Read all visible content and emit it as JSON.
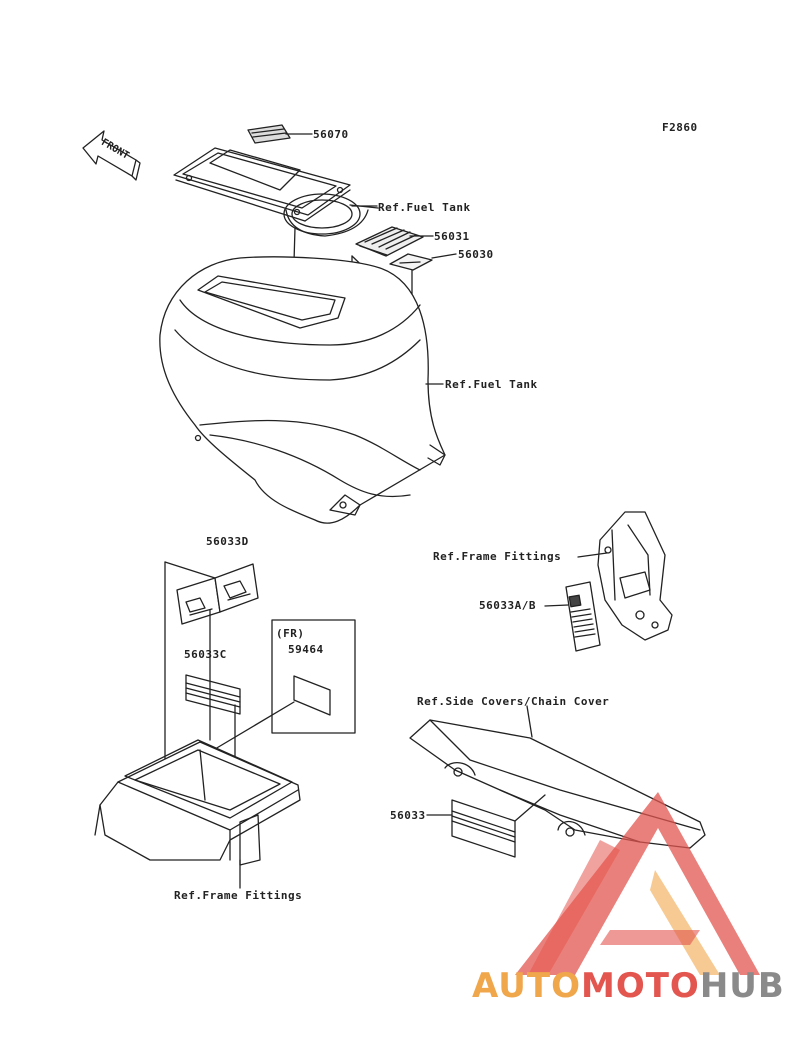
{
  "figure_code": "F2860",
  "front_arrow": "FRONT",
  "labels": {
    "p56070": "56070",
    "ref_fuel_tank_top": "Ref.Fuel Tank",
    "p56031": "56031",
    "p56030": "56030",
    "ref_fuel_tank_mid": "Ref.Fuel Tank",
    "ref_frame_fittings_right": "Ref.Frame Fittings",
    "p56033AB": "56033A/B",
    "p56033D": "56033D",
    "fr_note": "(FR)",
    "p59464": "59464",
    "p56033C": "56033C",
    "ref_side_covers": "Ref.Side Covers/Chain Cover",
    "p56033": "56033",
    "ref_frame_fittings_bottom": "Ref.Frame Fittings"
  },
  "watermark": {
    "part1": "AUTO",
    "part2": "MOTO",
    "part3": "HUB",
    "colors": {
      "orange": "#f0a64a",
      "red": "#e3554f",
      "gray": "#8a8a8a"
    }
  }
}
